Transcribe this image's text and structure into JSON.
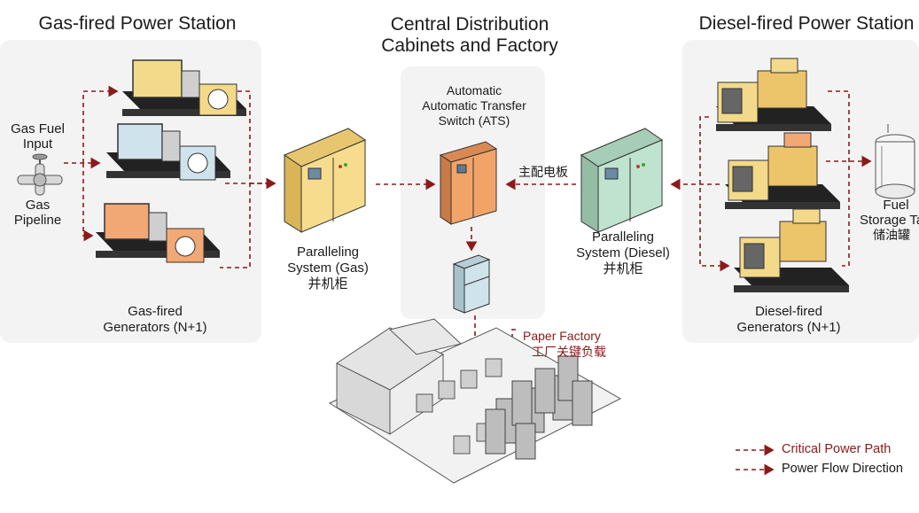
{
  "sections": {
    "gas_title": "Gas-fired Power Station",
    "central_title_1": "Central Distribution",
    "central_title_2": "Cabinets and Factory",
    "diesel_title": "Diesel-fired Power Station"
  },
  "gas": {
    "fuel_input_1": "Gas Fuel",
    "fuel_input_2": "Input",
    "pipeline_1": "Gas",
    "pipeline_2": "Pipeline",
    "generators_1": "Gas-fired",
    "generators_2": "Generators (N+1)",
    "paralleling_1": "Paralleling",
    "paralleling_2": "System (Gas)",
    "paralleling_cn": "并机柜"
  },
  "central": {
    "ats_1": "Automatic",
    "ats_2": "Automatic Transfer",
    "ats_3": "Switch (ATS)",
    "main_board_cn": "主配电板",
    "factory_en": "Paper Factory",
    "factory_cn": "工厂关键负载"
  },
  "diesel": {
    "paralleling_1": "Paralleling",
    "paralleling_2": "System (Diesel)",
    "paralleling_cn": "并机柜",
    "tank_1": "Fuel",
    "tank_2": "Storage Ta",
    "tank_cn": "储油罐",
    "generators_1": "Diesel-fired",
    "generators_2": "Generators (N+1)"
  },
  "legend": {
    "critical": "Critical Power Path",
    "flow": "Power Flow Direction"
  },
  "colors": {
    "arrow": "#8b1a1a",
    "gen_yellow": "#f3d98a",
    "gen_blue": "#cfe3ec",
    "gen_orange": "#f1a874",
    "cabinet_yellow": "#f6dc8c",
    "cabinet_orange": "#f2a468",
    "cabinet_green": "#bfe3cf",
    "cabinet_blue": "#cfe4ea",
    "base": "#222222"
  }
}
